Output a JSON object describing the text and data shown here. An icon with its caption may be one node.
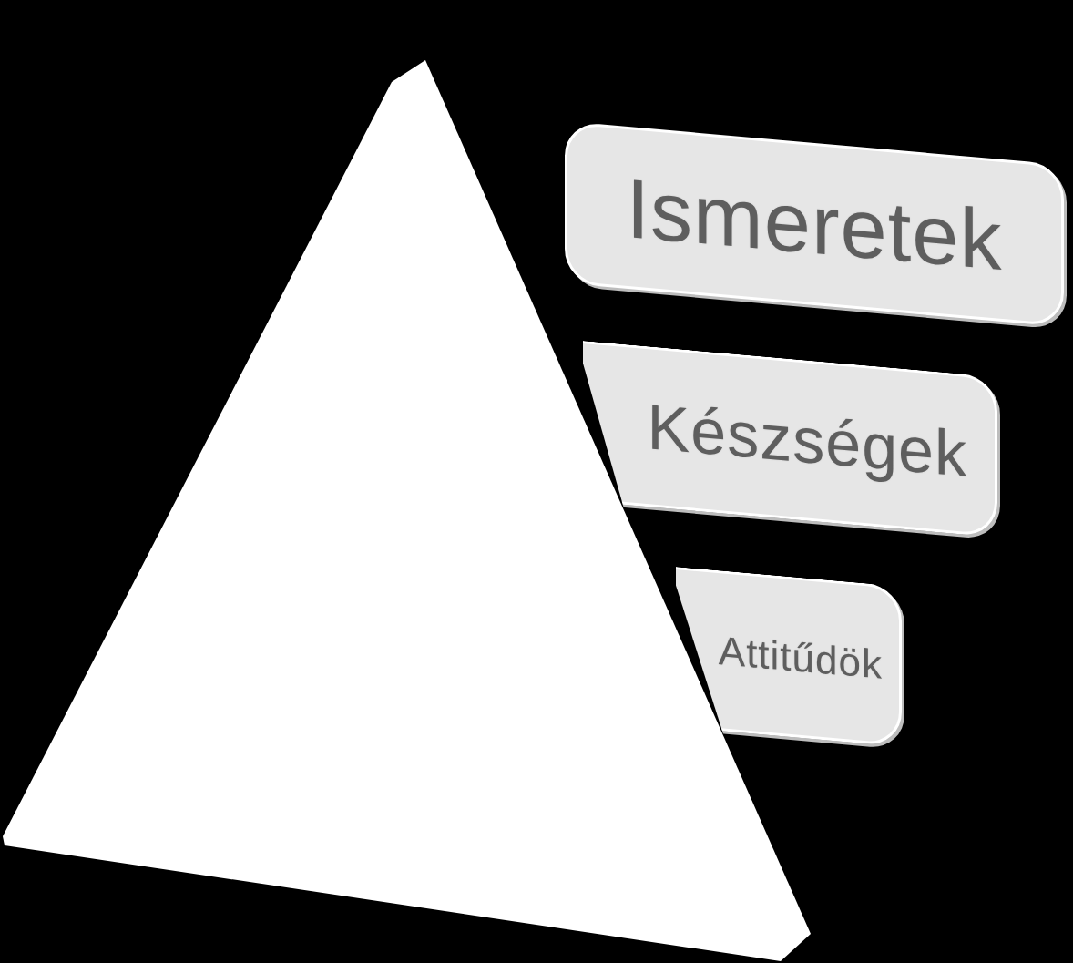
{
  "diagram": {
    "nodes": [
      {
        "text": [
          "Ismeretek"
        ]
      },
      {
        "text": [
          "Készségek"
        ]
      },
      {
        "text": [
          "Attitűdök"
        ]
      }
    ]
  }
}
